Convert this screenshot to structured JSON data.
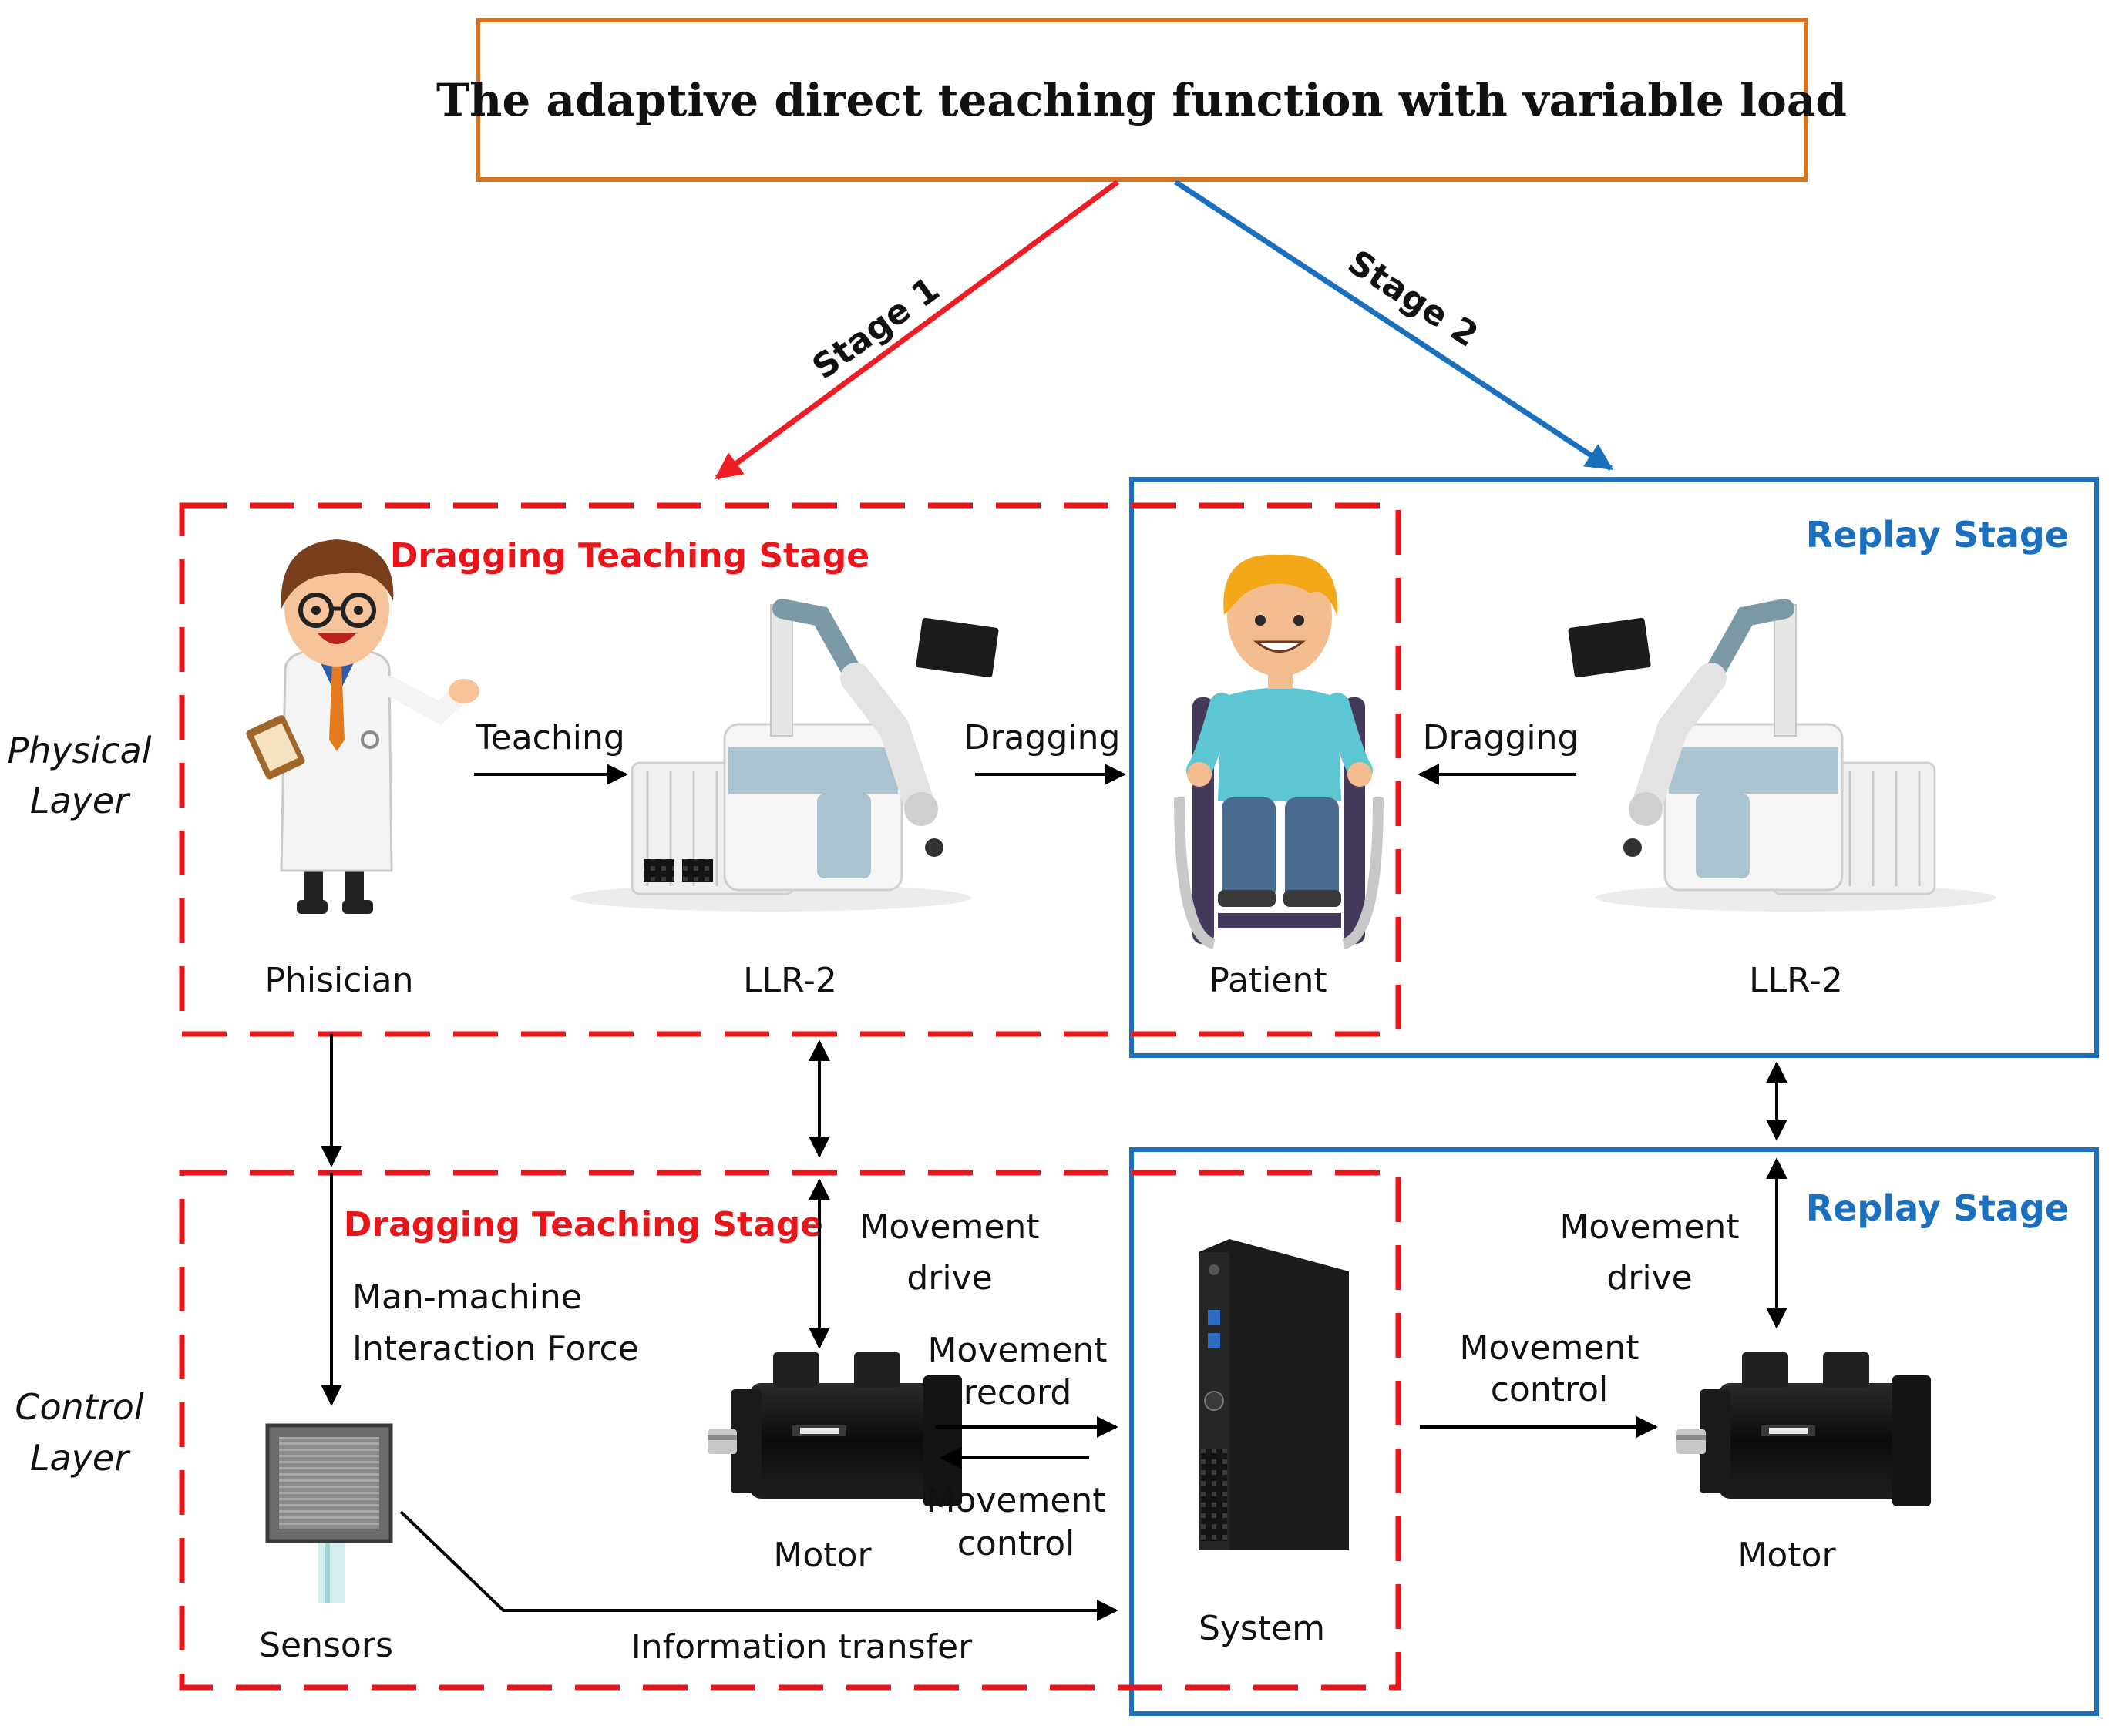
{
  "title": "The adaptive direct teaching function with variable load",
  "stages": {
    "stage1": "Stage 1",
    "stage2": "Stage 2"
  },
  "layers": {
    "physical_line1": "Physical",
    "physical_line2": "Layer",
    "control_line1": "Control",
    "control_line2": "Layer"
  },
  "panels": {
    "teaching_physical": "Dragging Teaching Stage",
    "teaching_control": "Dragging Teaching Stage",
    "replay_physical": "Replay Stage",
    "replay_control": "Replay Stage"
  },
  "nodes": {
    "physician": "Phisician",
    "llr2_left": "LLR-2",
    "patient": "Patient",
    "llr2_right": "LLR-2",
    "sensors": "Sensors",
    "motor_left": "Motor",
    "system": "System",
    "motor_right": "Motor"
  },
  "edges": {
    "teaching": "Teaching",
    "dragging_left": "Dragging",
    "dragging_right": "Dragging",
    "force_line1": "Man-machine",
    "force_line2": "Interaction Force",
    "drive_left_line1": "Movement",
    "drive_left_line2": "drive",
    "record_line1": "Movement",
    "record_line2": "record",
    "control_left_line1": "Movement",
    "control_left_line2": "control",
    "drive_right_line1": "Movement",
    "drive_right_line2": "drive",
    "control_right_line1": "Movement",
    "control_right_line2": "control",
    "info_transfer": "Information transfer"
  },
  "colors": {
    "title_border": "#d07426",
    "stage1_arrow": "#ee1c24",
    "stage2_arrow": "#1b6fbf",
    "teaching_panel": "#e8151b",
    "replay_panel": "#1b6fbf"
  },
  "icons": {
    "physician": "doctor-icon",
    "robot": "rehab-robot-icon",
    "patient": "wheelchair-patient-icon",
    "sensor": "force-sensor-icon",
    "motor": "servo-motor-icon",
    "system": "mini-pc-icon"
  }
}
